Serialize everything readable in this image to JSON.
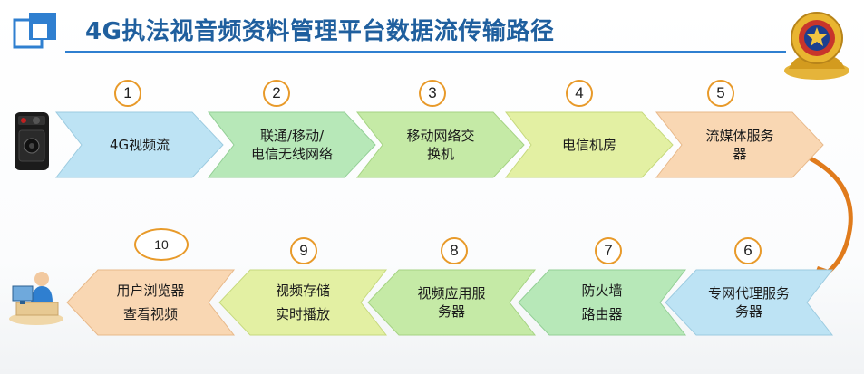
{
  "header": {
    "title": "4G执法视音频资料管理平台数据流传输路径"
  },
  "colors": {
    "title": "#1f5f9e",
    "rule": "#2f7fd0",
    "number_ring": "#e89a2a",
    "connector": "#e07b1c"
  },
  "steps": [
    {
      "num": "1",
      "line1": "4G视频流",
      "line2": "",
      "fill": "#bde3f4"
    },
    {
      "num": "2",
      "line1": "联通/移动/",
      "line2": "电信无线网络",
      "fill": "#b7e8b8"
    },
    {
      "num": "3",
      "line1": "移动网络交",
      "line2": "换机",
      "fill": "#c5eaa6"
    },
    {
      "num": "4",
      "line1": "电信机房",
      "line2": "",
      "fill": "#e3f0a3"
    },
    {
      "num": "5",
      "line1": "流媒体服务",
      "line2": "器",
      "fill": "#f9d7b3"
    },
    {
      "num": "6",
      "line1": "专网代理服务",
      "line2": "务器",
      "fill": "#bde3f4"
    },
    {
      "num": "7",
      "line1": "防火墙",
      "line2": "路由器",
      "fill": "#b7e8b8"
    },
    {
      "num": "8",
      "line1": "视频应用服",
      "line2": "务器",
      "fill": "#c5eaa6"
    },
    {
      "num": "9",
      "line1": "视频存储",
      "line2": "实时播放",
      "fill": "#e3f0a3"
    },
    {
      "num": "10",
      "line1": "用户浏览器",
      "line2": "查看视频",
      "fill": "#f9d7b3"
    }
  ],
  "icons": {
    "logo": "window-logo-icon",
    "emblem": "police-emblem-icon",
    "camera": "body-camera-icon",
    "user": "user-at-computer-icon",
    "connector": "curved-arrow-icon"
  }
}
